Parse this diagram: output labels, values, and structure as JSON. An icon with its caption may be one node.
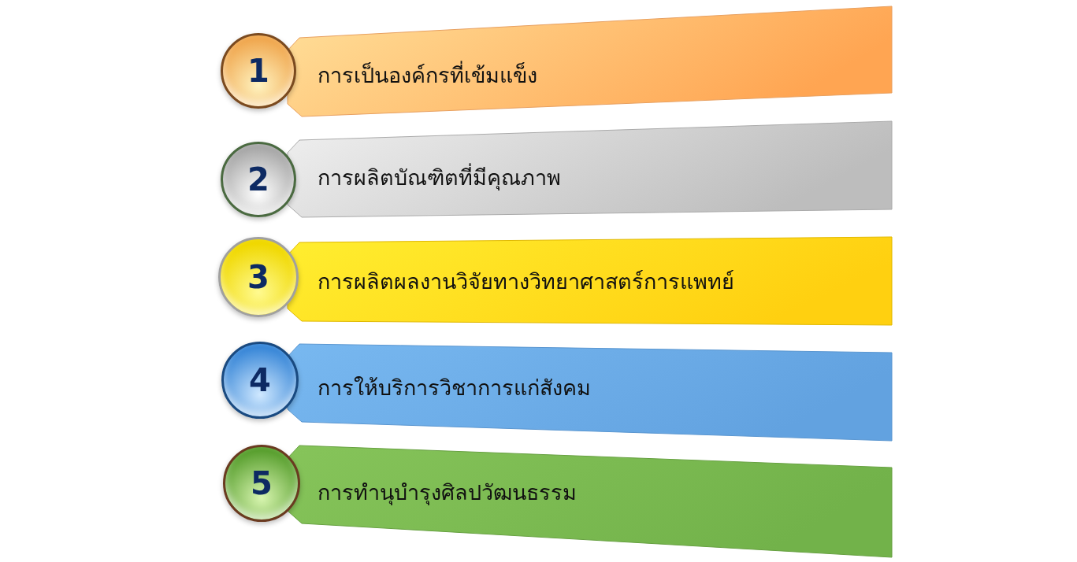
{
  "diagram": {
    "nodes": [
      {
        "text": [
          "1"
        ]
      },
      {
        "text": [
          "การเป็นองค์กรที่เข้มแข็ง"
        ]
      },
      {
        "text": [
          "2"
        ]
      },
      {
        "text": [
          "การผลิตบัณฑิตที่มีคุณภาพ"
        ]
      },
      {
        "text": [
          "3"
        ]
      },
      {
        "text": [
          "การผลิตผลงานวิจัยทางวิทยาศาสตร์การแพทย์"
        ]
      },
      {
        "text": [
          "4"
        ]
      },
      {
        "text": [
          "การให้บริการวิชาการแก่สังคม"
        ]
      },
      {
        "text": [
          "5"
        ]
      },
      {
        "text": [
          "การทำนุบำรุงศิลปวัฒนธรรม"
        ]
      }
    ],
    "edges": []
  }
}
